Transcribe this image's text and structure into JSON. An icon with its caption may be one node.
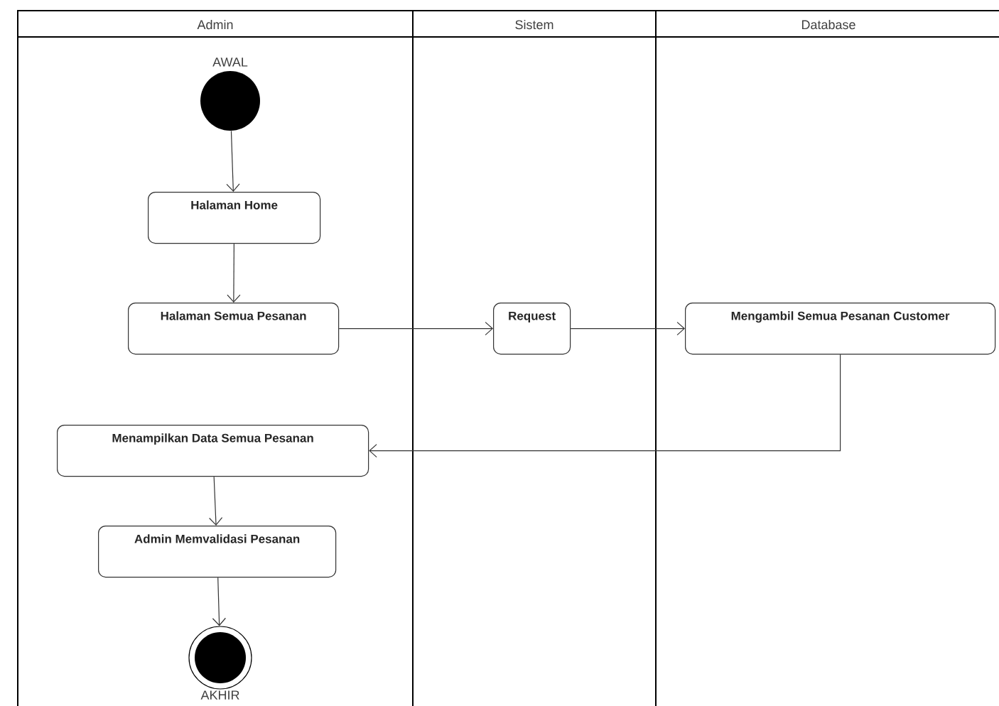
{
  "diagram": {
    "nodes": [
      {
        "text": [
          "Admin"
        ]
      },
      {
        "text": [
          "Sistem"
        ]
      },
      {
        "text": [
          "Database"
        ]
      },
      {
        "text": [],
        "shape": "circle",
        "beside": [
          "AWAL"
        ],
        "in": 0
      },
      {
        "text": [
          "Halaman Home"
        ],
        "in": 0
      },
      {
        "text": [
          "Halaman Semua Pesanan"
        ],
        "in": 0
      },
      {
        "text": [
          "Request"
        ],
        "in": 1
      },
      {
        "text": [
          "Mengambil Semua Pesanan Customer"
        ],
        "in": 2
      },
      {
        "text": [
          "Menampilkan Data Semua Pesanan"
        ],
        "in": 0
      },
      {
        "text": [
          "Admin Memvalidasi Pesanan"
        ],
        "in": 0
      },
      {
        "text": [],
        "shape": "bullseye",
        "beside": [
          "AKHIR"
        ],
        "in": 0
      }
    ],
    "edges": [
      {
        "from": 3,
        "to": 4,
        "arrow": "to"
      },
      {
        "from": 4,
        "to": 5,
        "arrow": "to"
      },
      {
        "from": 5,
        "to": 6,
        "arrow": "to"
      },
      {
        "from": 6,
        "to": 7,
        "arrow": "to"
      },
      {
        "from": 7,
        "to": 8,
        "arrow": "to"
      },
      {
        "from": 8,
        "to": 9,
        "arrow": "to"
      },
      {
        "from": 9,
        "to": 10,
        "arrow": "to"
      }
    ]
  }
}
